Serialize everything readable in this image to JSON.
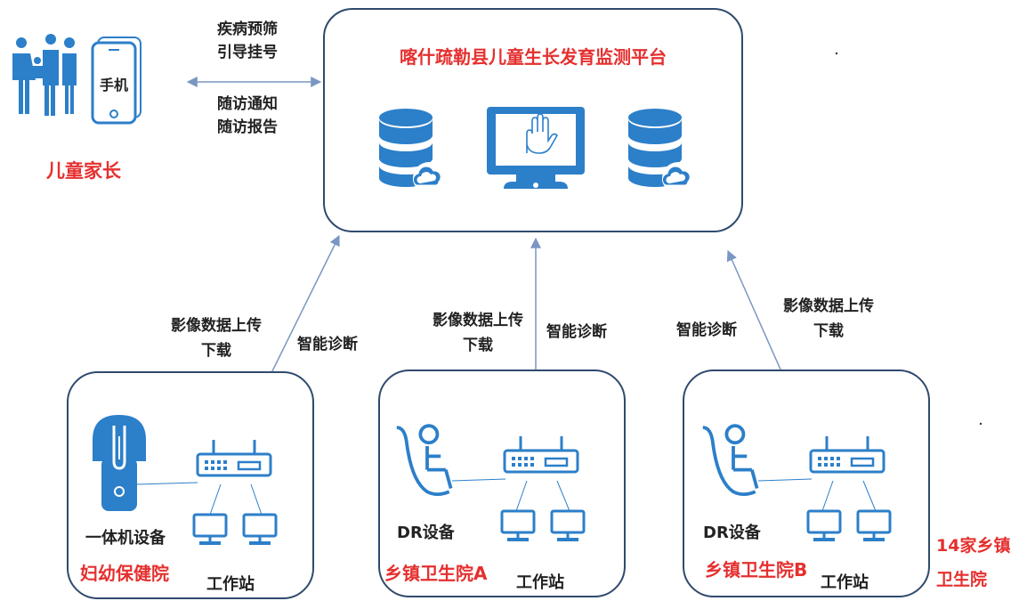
{
  "parent": {
    "label": "儿童家长",
    "phone_label": "手机"
  },
  "link_parent_platform": {
    "top_lines": [
      "疾病预筛",
      "引导挂号"
    ],
    "bottom_lines": [
      "随访通知",
      "随访报告"
    ]
  },
  "platform": {
    "title": "喀什疏勒县儿童生长发育监测平台"
  },
  "links": [
    {
      "upload_lines": [
        "影像数据上传",
        "下载"
      ],
      "diagnosis": "智能诊断"
    },
    {
      "upload_lines": [
        "影像数据上传",
        "下载"
      ],
      "diagnosis": "智能诊断"
    },
    {
      "upload_lines": [
        "影像数据上传",
        "下载"
      ],
      "diagnosis": "智能诊断"
    }
  ],
  "sites": [
    {
      "name": "妇幼保健院",
      "device": "一体机设备",
      "workstation": "工作站"
    },
    {
      "name": "乡镇卫生院A",
      "device": "DR设备",
      "workstation": "工作站"
    },
    {
      "name": "乡镇卫生院B",
      "device": "DR设备",
      "workstation": "工作站"
    }
  ],
  "side_note": [
    "14家乡镇",
    "卫生院"
  ],
  "colors": {
    "box_border": "#2f4a6d",
    "icon_blue": "#2c7fc9",
    "arrow": "#7a96c2",
    "label_red": "#e5302f"
  }
}
